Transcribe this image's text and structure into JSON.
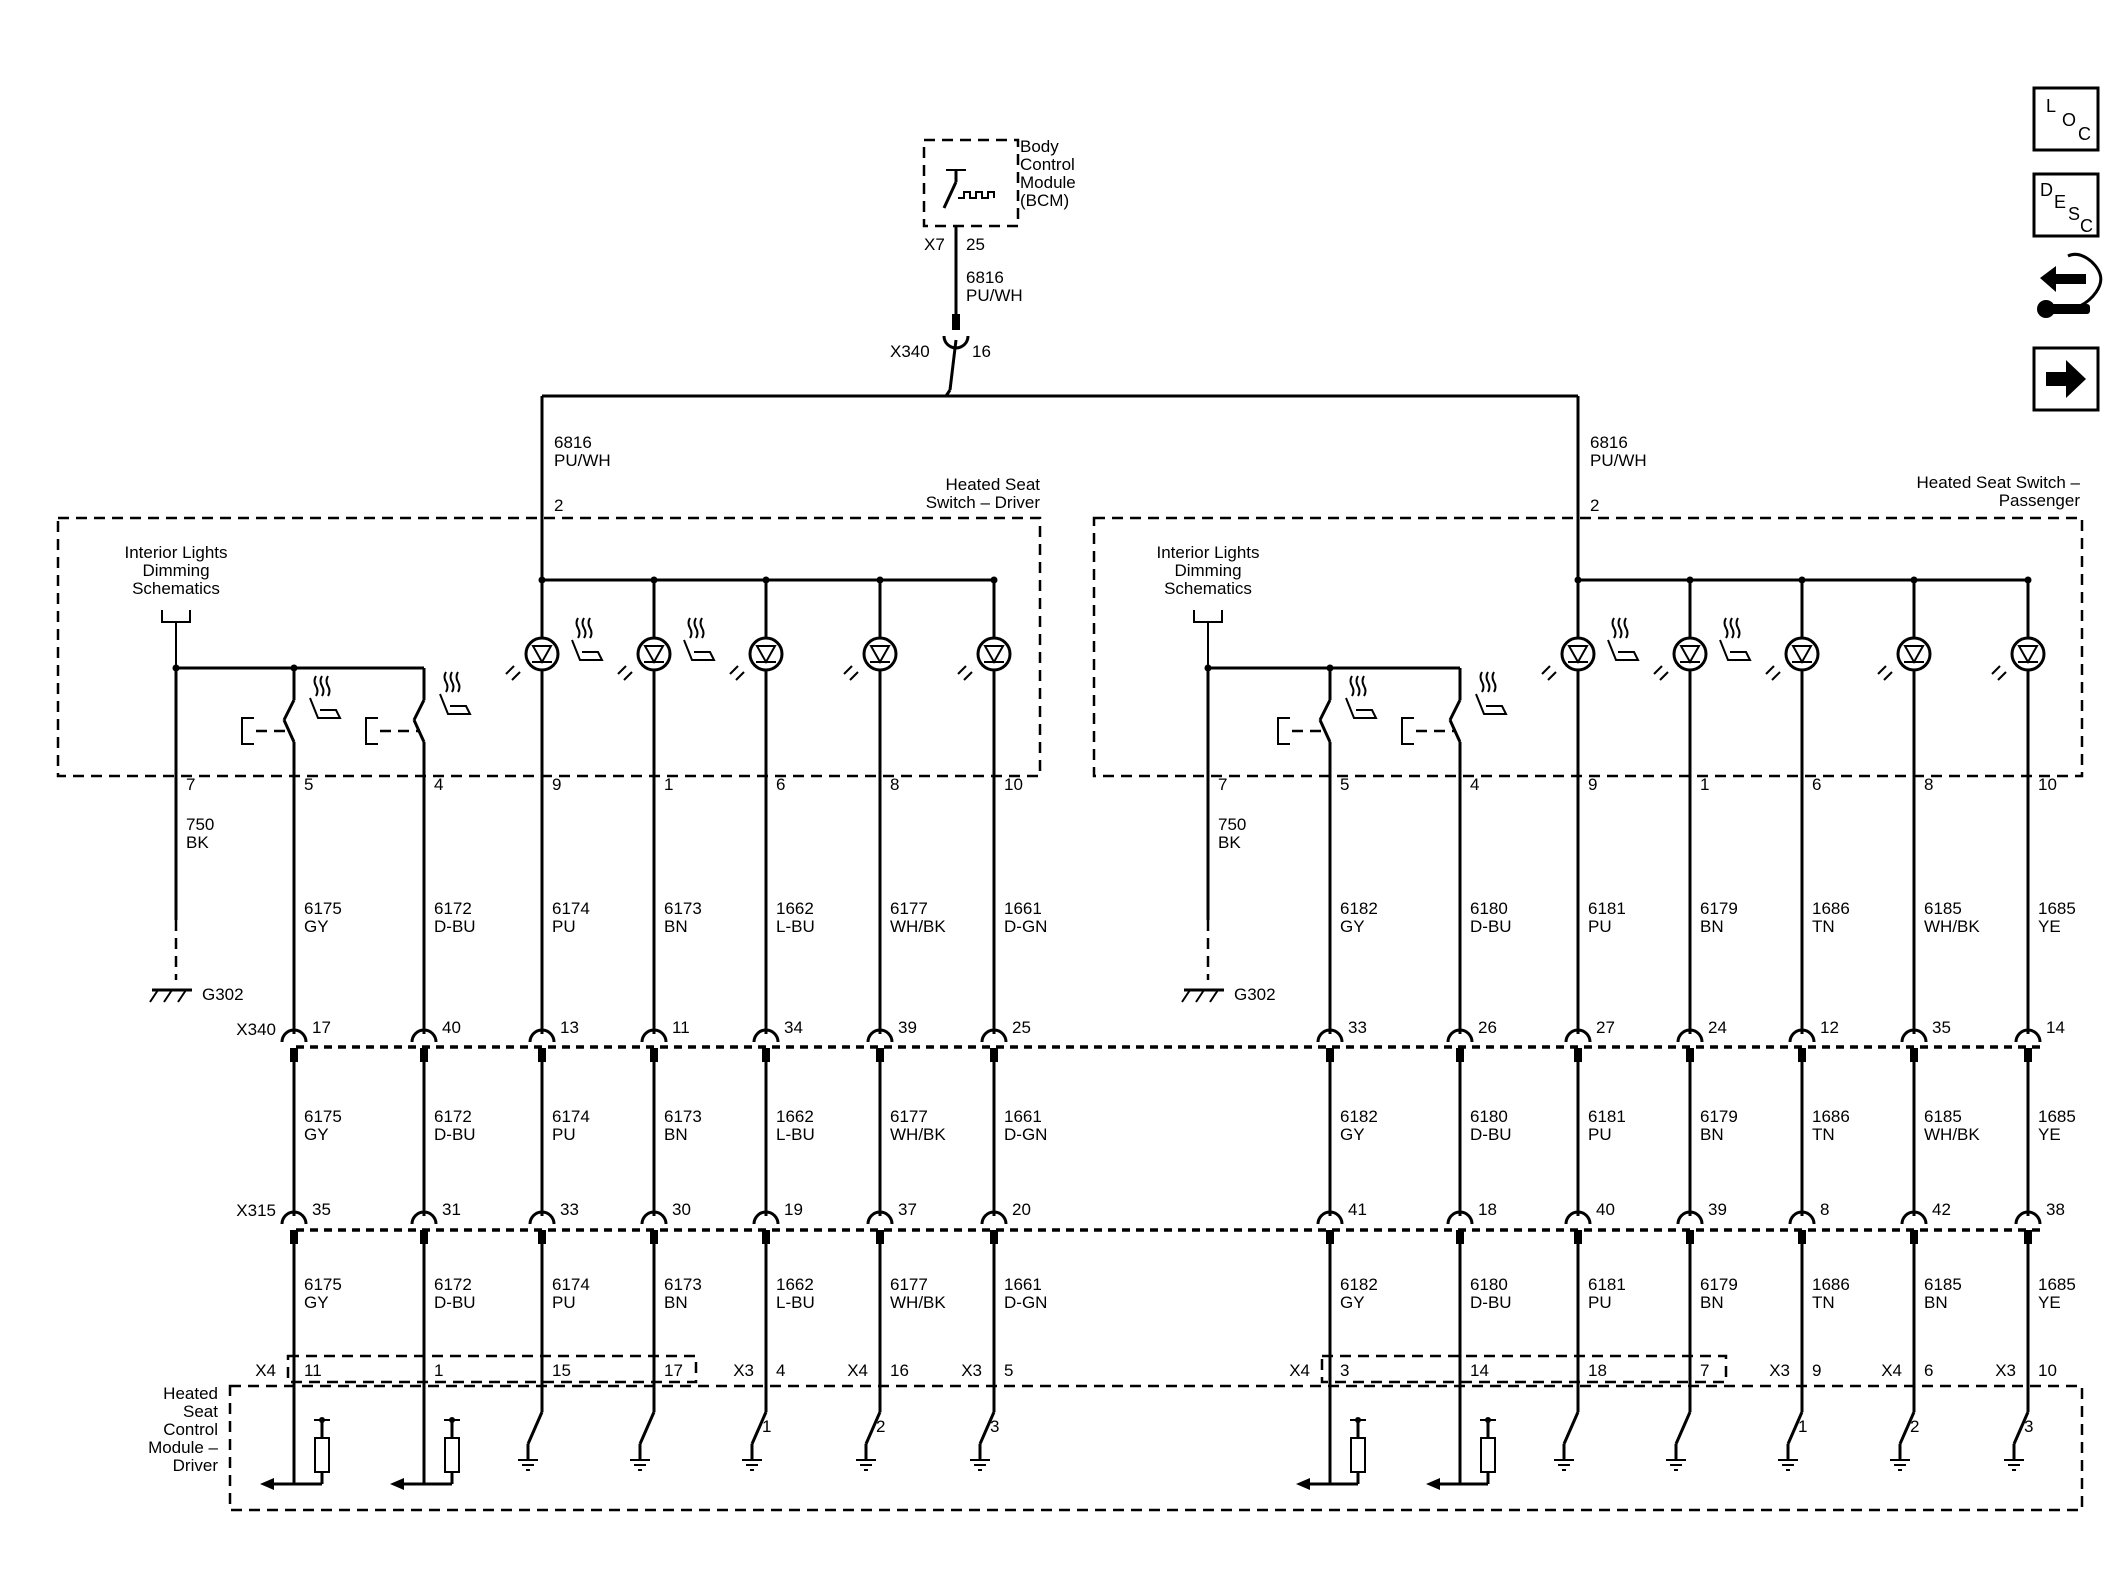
{
  "bcm": {
    "name_lines": [
      "Body",
      "Control",
      "Module",
      "(BCM)"
    ],
    "conn": "X7",
    "pin": "25",
    "circuit": "6816",
    "color": "PU/WH"
  },
  "x340_top": {
    "conn": "X340",
    "pin": "16"
  },
  "feed": {
    "left": {
      "circuit": "6816",
      "color": "PU/WH",
      "pin": "2"
    },
    "right": {
      "circuit": "6816",
      "color": "PU/WH",
      "pin": "2"
    }
  },
  "driver_switch": {
    "title_lines": [
      "Heated Seat",
      "Switch – Driver"
    ],
    "ild_lines": [
      "Interior Lights",
      "Dimming",
      "Schematics"
    ],
    "ground_pin": "7",
    "ground_circuit": "750",
    "ground_color": "BK",
    "ground_label": "G302",
    "wires": [
      {
        "pin": "5",
        "c1": "6175",
        "k1": "GY",
        "x340": "17",
        "c2": "6175",
        "k2": "GY",
        "x315": "35",
        "c3": "6175",
        "k3": "GY",
        "module": "11"
      },
      {
        "pin": "4",
        "c1": "6172",
        "k1": "D-BU",
        "x340": "40",
        "c2": "6172",
        "k2": "D-BU",
        "x315": "31",
        "c3": "6172",
        "k3": "D-BU",
        "module": "1"
      },
      {
        "pin": "9",
        "c1": "6174",
        "k1": "PU",
        "x340": "13",
        "c2": "6174",
        "k2": "PU",
        "x315": "33",
        "c3": "6174",
        "k3": "PU",
        "module": "15"
      },
      {
        "pin": "1",
        "c1": "6173",
        "k1": "BN",
        "x340": "11",
        "c2": "6173",
        "k2": "BN",
        "x315": "30",
        "c3": "6173",
        "k3": "BN",
        "module": "17"
      },
      {
        "pin": "6",
        "c1": "1662",
        "k1": "L-BU",
        "x340": "34",
        "c2": "1662",
        "k2": "L-BU",
        "x315": "19",
        "c3": "1662",
        "k3": "L-BU",
        "module": "4",
        "sw": "1"
      },
      {
        "pin": "8",
        "c1": "6177",
        "k1": "WH/BK",
        "x340": "39",
        "c2": "6177",
        "k2": "WH/BK",
        "x315": "37",
        "c3": "6177",
        "k3": "WH/BK",
        "module": "16",
        "sw": "2"
      },
      {
        "pin": "10",
        "c1": "1661",
        "k1": "D-GN",
        "x340": "25",
        "c2": "1661",
        "k2": "D-GN",
        "x315": "20",
        "c3": "1661",
        "k3": "D-GN",
        "module": "5",
        "sw": "3"
      }
    ],
    "module_conns": [
      "X4",
      "X3",
      "X4",
      "X3"
    ]
  },
  "passenger_switch": {
    "title_lines": [
      "Heated Seat Switch –",
      "Passenger"
    ],
    "ild_lines": [
      "Interior Lights",
      "Dimming",
      "Schematics"
    ],
    "ground_pin": "7",
    "ground_circuit": "750",
    "ground_color": "BK",
    "ground_label": "G302",
    "wires": [
      {
        "pin": "5",
        "c1": "6182",
        "k1": "GY",
        "x340": "33",
        "c2": "6182",
        "k2": "GY",
        "x315": "41",
        "c3": "6182",
        "k3": "GY",
        "module": "3"
      },
      {
        "pin": "4",
        "c1": "6180",
        "k1": "D-BU",
        "x340": "26",
        "c2": "6180",
        "k2": "D-BU",
        "x315": "18",
        "c3": "6180",
        "k3": "D-BU",
        "module": "14"
      },
      {
        "pin": "9",
        "c1": "6181",
        "k1": "PU",
        "x340": "27",
        "c2": "6181",
        "k2": "PU",
        "x315": "40",
        "c3": "6181",
        "k3": "PU",
        "module": "18"
      },
      {
        "pin": "1",
        "c1": "6179",
        "k1": "BN",
        "x340": "24",
        "c2": "6179",
        "k2": "BN",
        "x315": "39",
        "c3": "6179",
        "k3": "BN",
        "module": "7"
      },
      {
        "pin": "6",
        "c1": "1686",
        "k1": "TN",
        "x340": "12",
        "c2": "1686",
        "k2": "TN",
        "x315": "8",
        "c3": "1686",
        "k3": "TN",
        "module": "9",
        "sw": "1"
      },
      {
        "pin": "8",
        "c1": "6185",
        "k1": "WH/BK",
        "x340": "35",
        "c2": "6185",
        "k2": "WH/BK",
        "x315": "42",
        "c3": "6185",
        "k3": "BN",
        "module": "6",
        "sw": "2"
      },
      {
        "pin": "10",
        "c1": "1685",
        "k1": "YE",
        "x340": "14",
        "c2": "1685",
        "k2": "YE",
        "x315": "38",
        "c3": "1685",
        "k3": "YE",
        "module": "10",
        "sw": "3"
      }
    ],
    "module_conns": [
      "X4",
      "X3",
      "X4",
      "X3"
    ]
  },
  "x340_row": {
    "conn": "X340"
  },
  "x315_row": {
    "conn": "X315"
  },
  "module": {
    "name_lines": [
      "Heated",
      "Seat",
      "Control",
      "Module –",
      "Driver"
    ]
  },
  "icons": [
    {
      "name": "location-icon",
      "top": "L",
      "sub": "O",
      "sub2": "C"
    },
    {
      "name": "description-icon",
      "top": "D",
      "sub": "E",
      "sub2": "S",
      "sub3": "C"
    },
    {
      "name": "connector-repair-icon"
    },
    {
      "name": "next-arrow-icon"
    }
  ]
}
